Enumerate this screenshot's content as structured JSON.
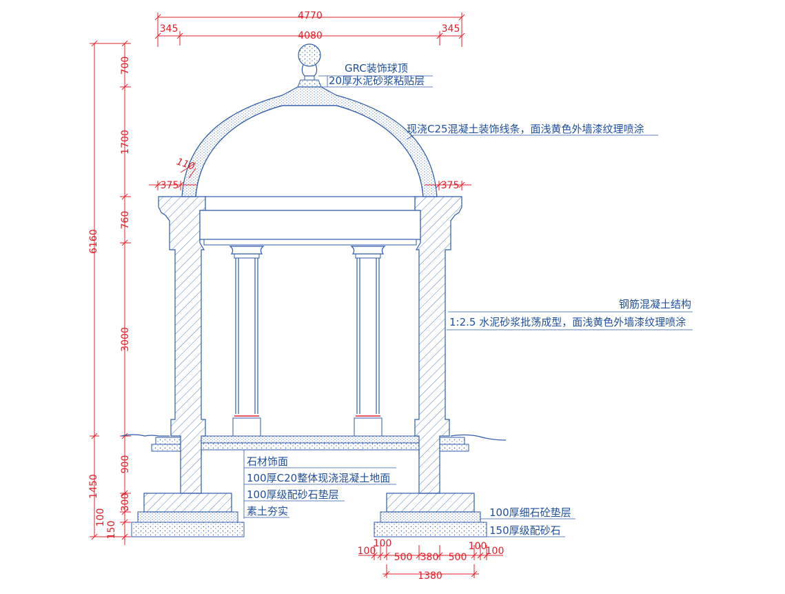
{
  "dimensions": {
    "top_overall": "4770",
    "top_left": "345",
    "top_middle": "4080",
    "top_right": "345",
    "side_total": "6160",
    "side_700": "700",
    "side_1700": "1700",
    "side_760": "760",
    "side_3000": "3000",
    "side_900": "900",
    "side_1450": "1450",
    "side_300": "300",
    "side_100": "100",
    "side_150": "150",
    "dome_thickness": "110",
    "dome_left_overhang": "375",
    "dome_right_overhang": "375",
    "footing_100a": "100",
    "footing_100b": "100",
    "footing_500a": "500",
    "footing_380": "380",
    "footing_500b": "500",
    "footing_100c": "100",
    "footing_100d": "100",
    "footing_total": "1380"
  },
  "notes": {
    "finial": "GRC装饰球顶",
    "finial_bedding": "20厚水泥砂浆粘贴层",
    "dome_molding": "现浇C25混凝土装饰线条，面浅黄色外墙漆纹理喷涂",
    "rc_structure": "钢筋混凝土结构",
    "render": "1:2.5 水泥砂浆批荡成型，面浅黄色外墙漆纹理喷涂",
    "floor_layers": [
      "石材饰面",
      "100厚C20整体现浇混凝土地面",
      "100厚级配砂石垫层",
      "素土夯实"
    ],
    "footing_layers": [
      "100厚细石砼垫层",
      "150厚级配砂石"
    ]
  },
  "colors": {
    "dimension": "#e0202a",
    "structure": "#2c5aa8",
    "annotation": "#1e4e9c"
  }
}
